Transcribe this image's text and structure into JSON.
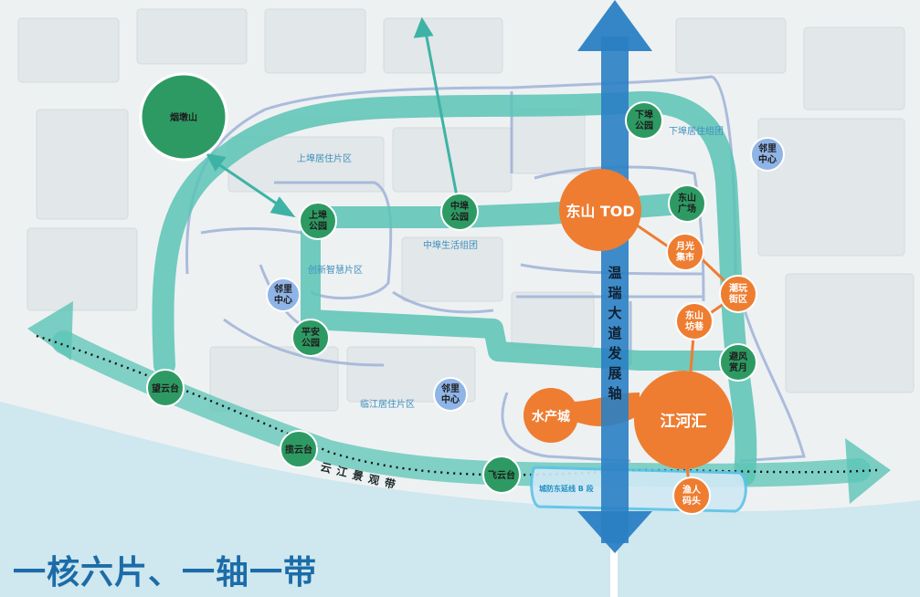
{
  "title": "一核六片、一轴一带",
  "colors": {
    "corridor": "#5bc4b6",
    "green_node": "#2e9a63",
    "orange_node": "#ee7d31",
    "axis_blue": "#2a7fc4",
    "neighborhood_blue": "#8fb4e6",
    "river": "#cfe7ee",
    "zone_text": "#3d8fbd"
  },
  "main_axis": {
    "label": "温瑞大道发展轴",
    "icon": "double-arrow-icon"
  },
  "river_belt": {
    "label": "云江景观带",
    "icon": "dotted-route-line"
  },
  "metro_line": {
    "label": "城防东延线 B 段"
  },
  "core_nodes": {
    "tod": "东山 TOD",
    "hub": "江河汇",
    "shuichan": "水产城"
  },
  "orange_nodes": {
    "yueguang": [
      "月光",
      "集市"
    ],
    "chaowan": [
      "潮玩",
      "街区"
    ],
    "dongshan_fangxiang": [
      "东山",
      "坊巷"
    ],
    "yuren": [
      "渔人",
      "码头"
    ]
  },
  "green_nodes": {
    "yandunshan": "烟墩山",
    "xiabu_park": [
      "下埠",
      "公园"
    ],
    "dongshan_square": [
      "东山",
      "广场"
    ],
    "zhongbu_park": [
      "中埠",
      "公园"
    ],
    "shangbu_park": [
      "上埠",
      "公园"
    ],
    "pingan_park": [
      "平安",
      "公园"
    ],
    "bifeng": [
      "避风",
      "赏月"
    ],
    "wangyuntai": "望云台",
    "lanyuntai": "揽云台",
    "feiyuntai": "飞云台"
  },
  "neighborhood_centers": {
    "east": [
      "邻里",
      "中心"
    ],
    "west": [
      "邻里",
      "中心"
    ],
    "south": [
      "邻里",
      "中心"
    ]
  },
  "zones": {
    "shangbu": "上埠居住片区",
    "xiabu": "下埠居住组团",
    "zhongbu": "中埠生活组团",
    "chuangxin": "创新智慧片区",
    "linjiang": "临江居住片区"
  }
}
